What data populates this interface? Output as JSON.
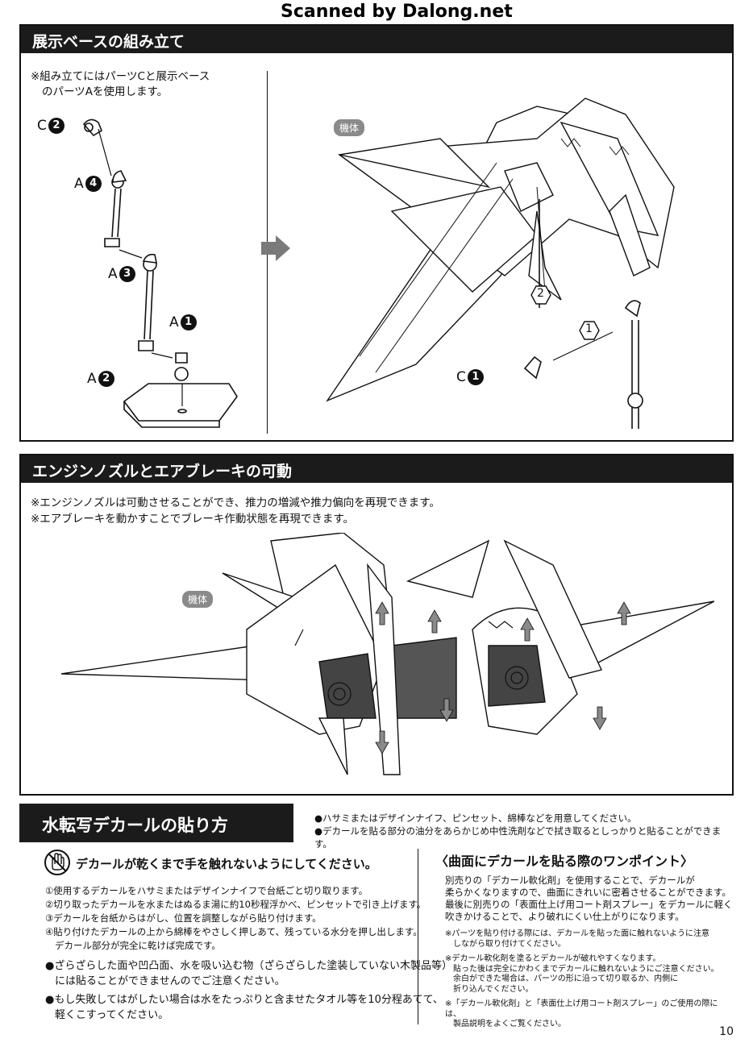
{
  "watermark": "Scanned by Dalong.net",
  "page_number": "10",
  "section1": {
    "title": "展示ベースの組み立て",
    "note_line1": "※組み立てにはパーツCと展示ベース",
    "note_line2": "のパーツAを使用します。",
    "parts": [
      {
        "letter": "C",
        "num": "2"
      },
      {
        "letter": "A",
        "num": "4"
      },
      {
        "letter": "A",
        "num": "3"
      },
      {
        "letter": "A",
        "num": "1"
      },
      {
        "letter": "A",
        "num": "2"
      }
    ],
    "body_tag": "機体",
    "step1": "1",
    "step2": "2",
    "c1_letter": "C",
    "c1_num": "1"
  },
  "section2": {
    "title": "エンジンノズルとエアブレーキの可動",
    "note1": "※エンジンノズルは可動させることができ、推力の増減や推力偏向を再現できます。",
    "note2": "※エアブレーキを動かすことでブレーキ作動状態を再現できます。",
    "body_tag": "機体"
  },
  "section3": {
    "title": "水転写デカールの貼り方",
    "prep1": "●ハサミまたはデザインナイフ、ピンセット、綿棒などを用意してください。",
    "prep2": "●デカールを貼る部分の油分をあらかじめ中性洗剤などで拭き取るとしっかりと貼ることができます。",
    "warning": "デカールが乾くまで手を触れないようにしてください。",
    "steps": [
      "①使用するデカールをハサミまたはデザインナイフで台紙ごと切り取ります。",
      "②切り取ったデカールを水またはぬるま湯に約10秒程浮かべ、ピンセットで引き上げます。",
      "③デカールを台紙からはがし、位置を調整しながら貼り付けます。",
      "④貼り付けたデカールの上から綿棒をやさしく押しあて、残っている水分を押し出します。",
      "デカール部分が完全に乾けば完成です。"
    ],
    "caution1a": "●ざらざらした面や凹凸面、水を吸い込む物（ざらざらした塗装していない木製品等）",
    "caution1b": "には貼ることができませんのでご注意ください。",
    "caution2a": "●もし失敗してはがしたい場合は水をたっぷりと含ませたタオル等を10分程あてて、",
    "caution2b": "軽くこすってください。",
    "onepoint_title": "〈曲面にデカールを貼る際のワンポイント〉",
    "onepoint_body": [
      "別売りの「デカール軟化剤」を使用することで、デカールが",
      "柔らかくなりますので、曲面にきれいに密着させることができます。",
      "最後に別売りの「表面仕上げ用コート剤スプレー」をデカールに軽く",
      "吹きかけることで、より破れにくい仕上がりになります。"
    ],
    "onepoint_notes": [
      "※パーツを貼り付ける際には、デカールを貼った面に触れないように注意",
      "しながら取り付けてください。",
      "※デカール軟化剤を塗るとデカールが破れやすくなります。",
      "貼った後は完全にかわくまでデカールに触れないようにご注意ください。",
      "余白ができた場合は、パーツの形に沿って切り取るか、内側に",
      "折り込んでください。",
      "※「デカール軟化剤」と「表面仕上げ用コート剤スプレー」のご使用の際には、",
      "製品説明をよくご覧ください。"
    ]
  }
}
